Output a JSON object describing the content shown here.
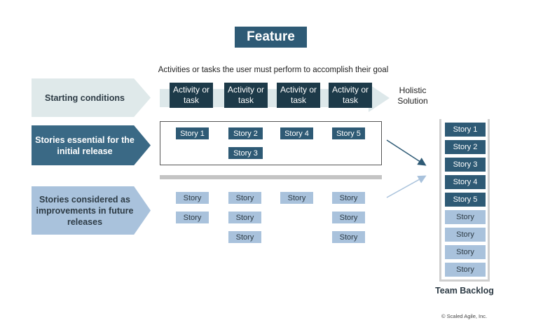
{
  "title": "Feature",
  "subtitle": "Activities or tasks the user must perform to accomplish their goal",
  "rows": {
    "starting": "Starting conditions",
    "essential": "Stories essential for the initial release",
    "improvements": "Stories considered as improvements in future releases"
  },
  "activities": [
    "Activity or task",
    "Activity or task",
    "Activity or task",
    "Activity or task"
  ],
  "holistic": "Holistic Solution",
  "essential_stories": [
    "Story 1",
    "Story 2",
    "Story 3",
    "Story 4",
    "Story 5"
  ],
  "improvement_stories": [
    "Story",
    "Story",
    "Story",
    "Story",
    "Story",
    "Story",
    "Story",
    "Story",
    "Story"
  ],
  "backlog": {
    "items": [
      "Story 1",
      "Story 2",
      "Story 3",
      "Story 4",
      "Story 5",
      "Story",
      "Story",
      "Story",
      "Story"
    ],
    "label": "Team Backlog"
  },
  "copyright": "© Scaled Agile, Inc.",
  "colors": {
    "dark": "#2e5a75",
    "darkest": "#1d3a49",
    "light_blue": "#a9c2dc",
    "pale": "#dfe9ea"
  }
}
